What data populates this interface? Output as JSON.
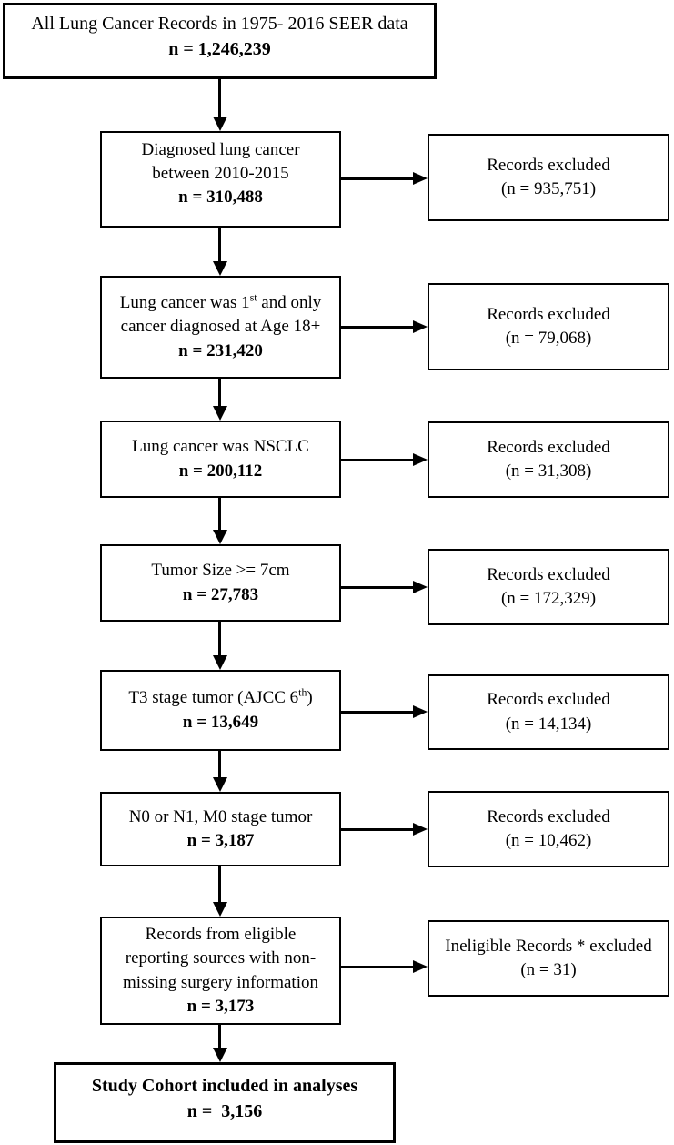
{
  "diagram": {
    "colors": {
      "border": "#000000",
      "text": "#000000",
      "background": "#ffffff"
    },
    "box1": {
      "line1": "All Lung Cancer Records in 1975- 2016 SEER data",
      "n": "n = 1,246,239"
    },
    "box2": {
      "line1": "Diagnosed lung cancer",
      "line2": "between 2010-2015",
      "n": "n = 310,488"
    },
    "excl2": {
      "line1": "Records excluded",
      "line2": "(n = 935,751)"
    },
    "box3": {
      "l1_pre": "Lung cancer was 1",
      "l1_sup": "st",
      "l1_post": " and only",
      "line2": "cancer diagnosed at Age 18+",
      "n": "n = 231,420"
    },
    "excl3": {
      "line1": "Records excluded",
      "line2": "(n = 79,068)"
    },
    "box4": {
      "line1": "Lung cancer was NSCLC",
      "n": "n = 200,112"
    },
    "excl4": {
      "line1": "Records excluded",
      "line2": "(n = 31,308)"
    },
    "box5": {
      "line1": "Tumor Size >= 7cm",
      "n": "n = 27,783"
    },
    "excl5": {
      "line1": "Records excluded",
      "line2": "(n = 172,329)"
    },
    "box6": {
      "l1_pre": "T3 stage tumor (AJCC 6",
      "l1_sup": "th",
      "l1_post": ")",
      "n": "n = 13,649"
    },
    "excl6": {
      "line1": "Records excluded",
      "line2": "(n = 14,134)"
    },
    "box7": {
      "line1": "N0 or N1, M0 stage tumor",
      "n": "n = 3,187"
    },
    "excl7": {
      "line1": "Records excluded",
      "line2": "(n = 10,462)"
    },
    "box8": {
      "line1": "Records from eligible",
      "line2": "reporting sources with non-",
      "line3": "missing surgery information",
      "n": "n = 3,173"
    },
    "excl8": {
      "line1": "Ineligible Records * excluded",
      "line2": "(n = 31)"
    },
    "box9": {
      "line1": "Study Cohort included in analyses",
      "n": "n =  3,156"
    }
  }
}
